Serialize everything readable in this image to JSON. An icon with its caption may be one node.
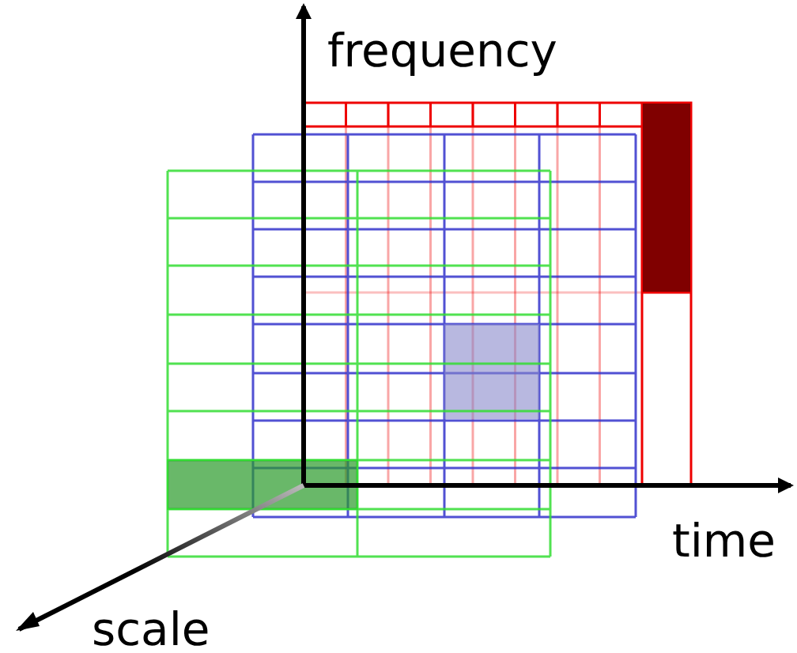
{
  "diagram": {
    "labels": [
      "frequency",
      "time",
      "scale"
    ]
  }
}
